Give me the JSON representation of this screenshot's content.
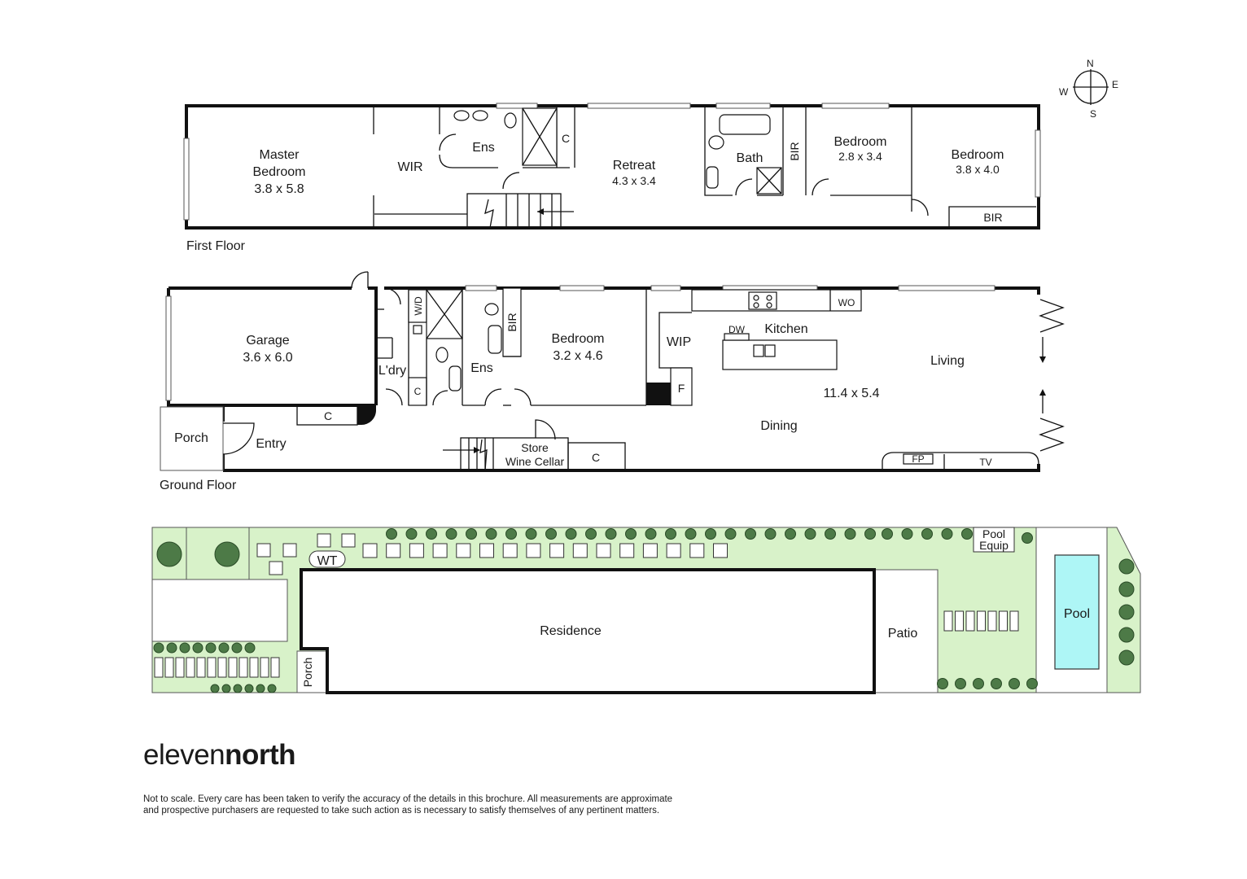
{
  "compass": {
    "n": "N",
    "s": "S",
    "e": "E",
    "w": "W"
  },
  "first_floor": {
    "label": "First Floor",
    "master_bedroom": {
      "name_line1": "Master",
      "name_line2": "Bedroom",
      "dims": "3.8 x 5.8"
    },
    "wir": "WIR",
    "ens": "Ens",
    "cupboard": "C",
    "retreat": {
      "name": "Retreat",
      "dims": "4.3 x 3.4"
    },
    "bath": "Bath",
    "bir_vertical": "BIR",
    "bedroom_2": {
      "name": "Bedroom",
      "dims": "2.8 x 3.4"
    },
    "bedroom_3": {
      "name": "Bedroom",
      "dims": "3.8 x 4.0"
    },
    "bir": "BIR"
  },
  "ground_floor": {
    "label": "Ground Floor",
    "garage": {
      "name": "Garage",
      "dims": "3.6 x 6.0"
    },
    "porch": "Porch",
    "entry": "Entry",
    "cupboard": "C",
    "laundry": "L'dry",
    "wd": "W/D",
    "cupboard_small": "C",
    "ens": "Ens",
    "bir": "BIR",
    "bedroom": {
      "name": "Bedroom",
      "dims": "3.2 x 4.6"
    },
    "wip": "WIP",
    "fridge": "F",
    "dw": "DW",
    "kitchen": "Kitchen",
    "wo": "WO",
    "living": "Living",
    "living_dims": "11.4 x 5.4",
    "dining": "Dining",
    "store_line1": "Store",
    "store_line2": "Wine Cellar",
    "cupboard_store": "C",
    "fp": "FP",
    "tv": "TV"
  },
  "site": {
    "residence": "Residence",
    "porch": "Porch",
    "wt": "WT",
    "patio": "Patio",
    "pool_equip_line1": "Pool",
    "pool_equip_line2": "Equip",
    "pool": "Pool"
  },
  "colors": {
    "lawn": "#d8f2c9",
    "pool": "#aef6f6",
    "shrub": "#4d7a47",
    "walls": "#111111"
  },
  "brand": {
    "part1": "eleven",
    "part2": "north"
  },
  "disclaimer": {
    "line1": "Not to scale. Every care has been taken to verify the accuracy of the details in this brochure. All measurements are approximate",
    "line2": "and prospective purchasers are requested to take such action as is necessary to satisfy themselves of any pertinent matters."
  }
}
